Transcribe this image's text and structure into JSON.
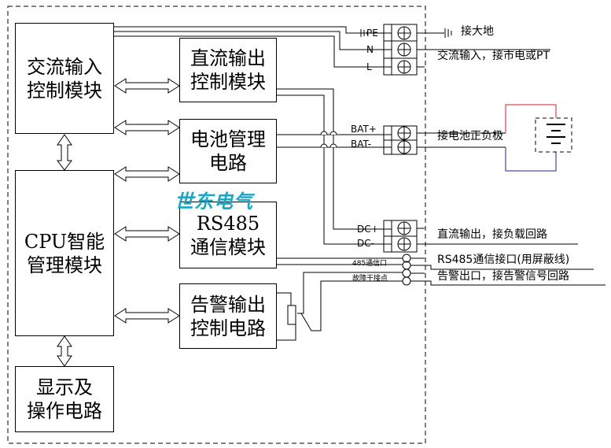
{
  "blocks": {
    "ac_input": "交流输入\n控制模块",
    "dc_output": "直流输出\n控制模块",
    "battery": "电池管理\n电路",
    "rs485": "RS485\n通信模块",
    "cpu": "CPU智能\n管理模块",
    "alarm": "告警输出\n控制电路",
    "display": "显示及\n操作电路"
  },
  "terminals": {
    "pe": "PE",
    "n": "N",
    "l": "L",
    "bat_pos": "BAT+",
    "bat_neg": "BAT-",
    "dc_pos": "DC+",
    "dc_neg": "DC-",
    "port_485": "485通信口",
    "fault_contact": "故障干接点"
  },
  "external": {
    "ground": "接大地",
    "ac_input": "交流输入，接市电或PT",
    "battery": "接电池正负极",
    "dc_output": "直流输出，接负载回路",
    "rs485": "RS485通信接口(用屏蔽线)",
    "alarm": "告警出口，接告警信号回路"
  },
  "watermark": "世东电气",
  "colors": {
    "battery_pos": "#cc2222",
    "battery_neg": "#22228c",
    "watermark": "#15a9c9"
  }
}
